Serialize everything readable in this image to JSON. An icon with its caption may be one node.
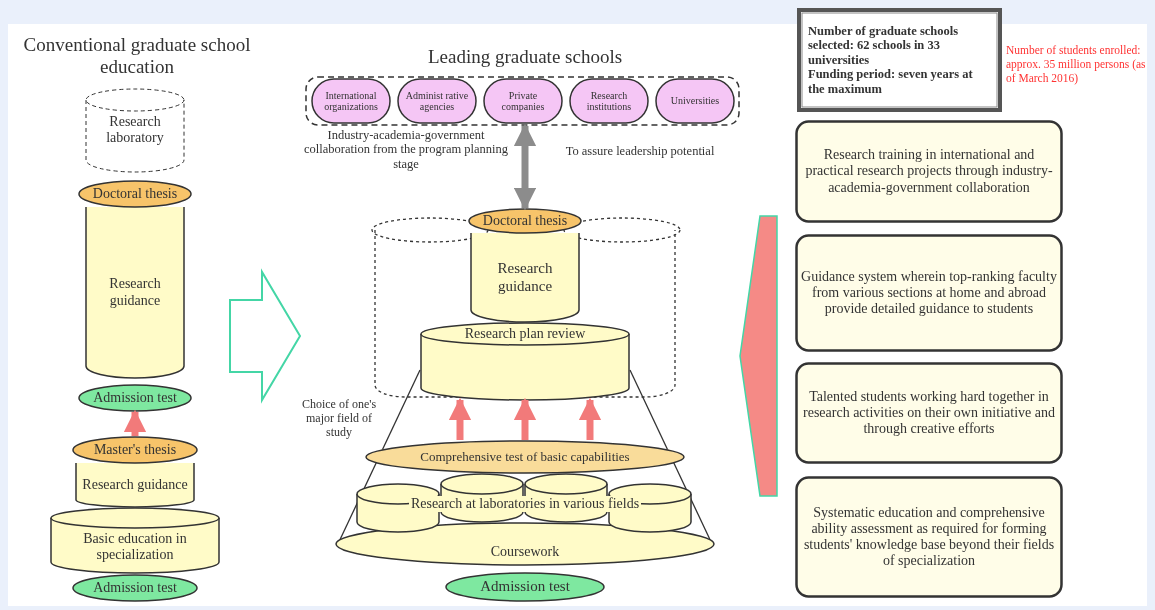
{
  "diagram": {
    "nodes": [
      {
        "text": [
          "Research laboratory"
        ]
      },
      {
        "text": [
          "Doctoral thesis"
        ]
      },
      {
        "text": [
          "Research guidance"
        ]
      },
      {
        "text": [
          "Admission test"
        ]
      },
      {
        "text": [
          "Master's thesis"
        ]
      },
      {
        "text": [
          "Research guidance"
        ]
      },
      {
        "text": [
          "Basic education in specialization"
        ]
      },
      {
        "text": [
          "Admission test"
        ]
      },
      {
        "text": [],
        "shape": "box"
      },
      {
        "text": [
          "International organizations"
        ],
        "in": 8
      },
      {
        "text": [
          "Administ rative agencies"
        ],
        "in": 8
      },
      {
        "text": [
          "Private companies"
        ],
        "in": 8
      },
      {
        "text": [
          "Research institutions"
        ],
        "in": 8
      },
      {
        "text": [
          "Universities"
        ],
        "in": 8
      },
      {
        "text": [
          "Doctoral thesis"
        ]
      },
      {
        "text": [
          "Research guidance"
        ]
      },
      {
        "text": [
          "Research plan review"
        ]
      },
      {
        "text": [
          "Comprehensive test of basic capabilities"
        ]
      },
      {
        "text": [
          "Research at laboratories in various fields"
        ]
      },
      {
        "text": [
          "Coursework"
        ]
      },
      {
        "text": [
          "Admission test"
        ]
      },
      {
        "text": [
          "Number of graduate schools selected: 62 schools in 33 universities",
          "Funding period: seven years at the maximum"
        ],
        "beside": [
          "Number of students enrolled: approx. 35 million persons (as of March 2016)"
        ]
      },
      {
        "text": [
          "Research training in international and practical research projects through industry-academia-government collaboration"
        ]
      },
      {
        "text": [
          "Guidance system wherein top-ranking faculty from various sections at home and abroad provide detailed guidance to students"
        ]
      },
      {
        "text": [
          "Talented students working hard together in research activities on their own initiative and through creative efforts"
        ]
      },
      {
        "text": [
          "Systematic education and comprehensive ability assessment as required for forming students' knowledge base beyond their fields of specialization"
        ]
      }
    ],
    "edges": [
      {
        "from": 4,
        "to": 3,
        "arrow": "to"
      },
      {
        "from": 8,
        "to": 14,
        "arrow": "both",
        "color": "#8c8c8c"
      },
      {
        "from": 17,
        "to": 16,
        "arrow": "to"
      },
      {
        "from": 17,
        "to": 16,
        "arrow": "to"
      },
      {
        "from": 17,
        "to": 16,
        "arrow": "to"
      }
    ],
    "labels": [
      "Conventional graduate school education",
      "Leading graduate schools",
      "Industry-academia-government collaboration from the program planning stage",
      "To assure leadership potential",
      "Choice of one's major field of study"
    ]
  }
}
